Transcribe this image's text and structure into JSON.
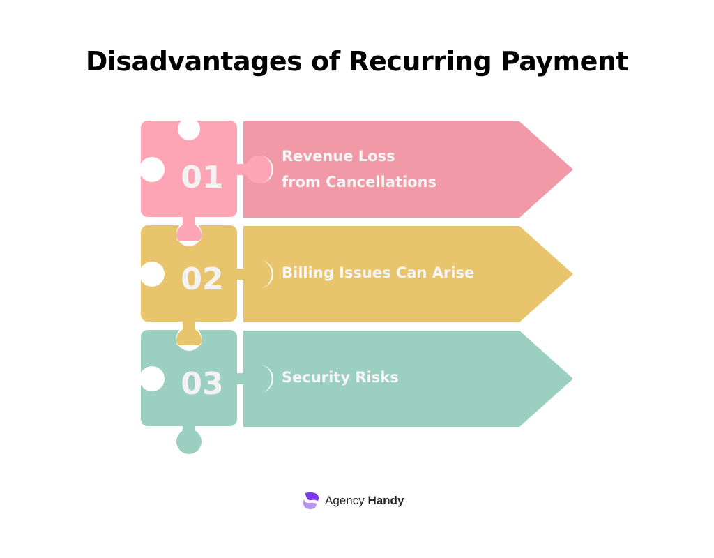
{
  "title": "Disadvantages of Recurring Payment",
  "items": [
    {
      "number": "01",
      "label": "Revenue Loss\nfrom Cancellations",
      "piece_color": "#fda5b4",
      "arrow_color": "#f299a8"
    },
    {
      "number": "02",
      "label": "Billing Issues Can Arise",
      "piece_color": "#e8c56d",
      "arrow_color": "#e8c56d"
    },
    {
      "number": "03",
      "label": "Security Risks",
      "piece_color": "#9bcfc0",
      "arrow_color": "#9bcfc0"
    }
  ],
  "footer": {
    "brand_light": "Agency",
    "brand_bold": "Handy",
    "logo_icon": "agency-handy-logo-icon",
    "logo_color": "#8b5cf6"
  }
}
